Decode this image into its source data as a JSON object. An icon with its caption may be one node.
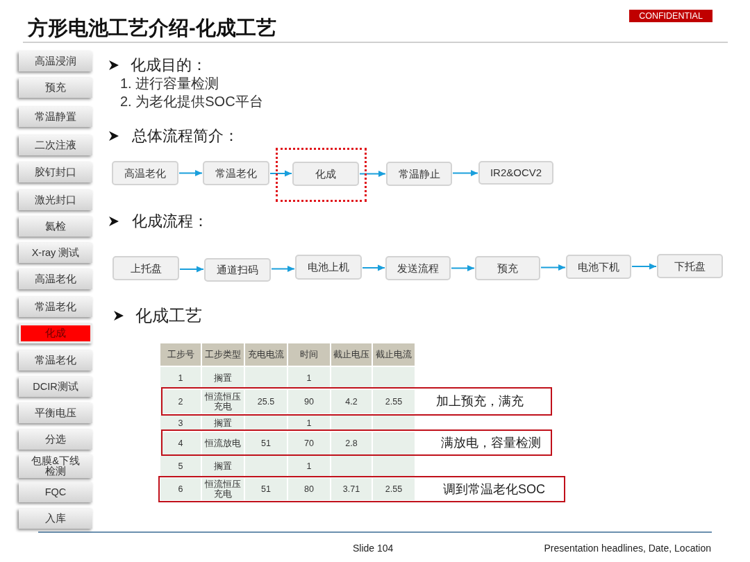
{
  "diagram": {
    "title": "方形电池工艺介绍-化成工艺",
    "nodes": [
      {
        "text": [
          "高温浸润"
        ]
      },
      {
        "text": [
          "预充"
        ]
      },
      {
        "text": [
          "常温静置"
        ]
      },
      {
        "text": [
          "二次注液"
        ]
      },
      {
        "text": [
          "胶钉封口"
        ]
      },
      {
        "text": [
          "激光封口"
        ]
      },
      {
        "text": [
          "氦检"
        ]
      },
      {
        "text": [
          "X-ray 测试"
        ]
      },
      {
        "text": [
          "高温老化"
        ]
      },
      {
        "text": [
          "常温老化"
        ]
      },
      {
        "text": [
          "化成"
        ]
      },
      {
        "text": [
          "常温老化"
        ]
      },
      {
        "text": [
          "DCIR测试"
        ]
      },
      {
        "text": [
          "平衡电压"
        ]
      },
      {
        "text": [
          "分选"
        ]
      },
      {
        "text": [
          "包膜&下线检测"
        ]
      },
      {
        "text": [
          "FQC"
        ]
      },
      {
        "text": [
          "入库"
        ]
      },
      {
        "text": [
          "高温老化"
        ]
      },
      {
        "text": [
          "常温老化"
        ]
      },
      {
        "text": [],
        "shape": "box"
      },
      {
        "text": [
          "化成"
        ],
        "in": 20
      },
      {
        "text": [
          "常温静止"
        ]
      },
      {
        "text": [
          "IR2&OCV2"
        ]
      },
      {
        "text": [
          "上托盘"
        ]
      },
      {
        "text": [
          "通道扫码"
        ]
      },
      {
        "text": [
          "电池上机"
        ]
      },
      {
        "text": [
          "发送流程"
        ]
      },
      {
        "text": [
          "预充"
        ]
      },
      {
        "text": [
          "电池下机"
        ]
      },
      {
        "text": [
          "下托盘"
        ]
      },
      {
        "text": [
          "加上预充，满充"
        ]
      },
      {
        "text": [
          "满放电，容量检测"
        ]
      },
      {
        "text": [
          "调到常温老化SOC"
        ]
      }
    ],
    "edges": [
      {
        "from": 18,
        "to": 19,
        "arrow": "to"
      },
      {
        "from": 19,
        "to": 21,
        "arrow": "to"
      },
      {
        "from": 21,
        "to": 22,
        "arrow": "to"
      },
      {
        "from": 22,
        "to": 23,
        "arrow": "to"
      },
      {
        "from": 24,
        "to": 25,
        "arrow": "to"
      },
      {
        "from": 25,
        "to": 26,
        "arrow": "to"
      },
      {
        "from": 26,
        "to": 27,
        "arrow": "to"
      },
      {
        "from": 27,
        "to": 28,
        "arrow": "to"
      },
      {
        "from": 28,
        "to": 29,
        "arrow": "to"
      },
      {
        "from": 29,
        "to": 30,
        "arrow": "to"
      }
    ],
    "labels": [
      "CONFIDENTIAL",
      "化成目的：",
      "1. 进行容量检测",
      "2. 为老化提供SOC平台",
      "总体流程简介：",
      "化成流程：",
      "化成工艺",
      "工步号",
      "工步类型",
      "充电电流",
      "时间",
      "截止电压",
      "截止电流",
      "1",
      "搁置",
      "1",
      "2",
      "恒流恒压充电",
      "25.5",
      "90",
      "4.2",
      "2.55",
      "3",
      "搁置",
      "1",
      "4",
      "恒流放电",
      "51",
      "70",
      "2.8",
      "5",
      "搁置",
      "1",
      "6",
      "恒流恒压充电",
      "51",
      "80",
      "3.71",
      "2.55",
      "Slide 104",
      "Presentation headlines, Date, Location"
    ]
  }
}
